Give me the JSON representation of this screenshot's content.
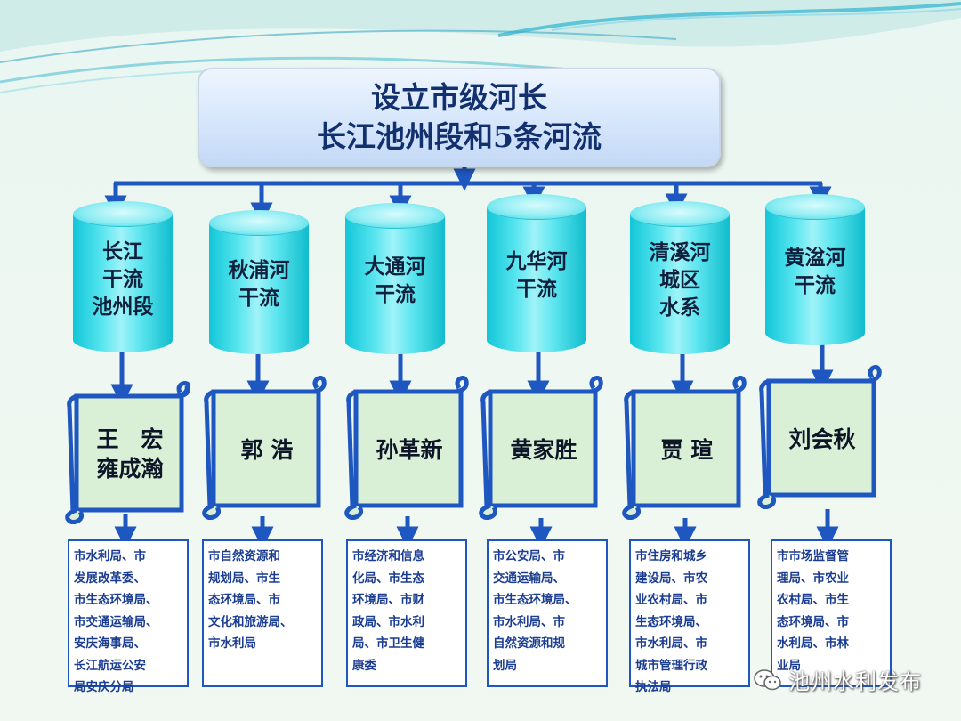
{
  "title": {
    "line1": "设立市级河长",
    "line2": "长江池州段和5条河流"
  },
  "rivers": [
    {
      "name": "长江\n干流\n池州段",
      "chief": "王　宏\n雍成瀚",
      "departments": "市水利局、市\n发展改革委、\n市生态环境局、\n市交通运输局、\n安庆海事局、\n长江航运公安\n局安庆分局"
    },
    {
      "name": "秋浦河\n干流",
      "chief": "郭 浩",
      "departments": "市自然资源和\n规划局、市生\n态环境局、市\n文化和旅游局、\n市水利局"
    },
    {
      "name": "大通河\n干流",
      "chief": "孙革新",
      "departments": "市经济和信息\n化局、市生态\n环境局、市财\n政局、市水利\n局、市卫生健\n康委"
    },
    {
      "name": "九华河\n干流",
      "chief": "黄家胜",
      "departments": "市公安局、市\n交通运输局、\n市生态环境局、\n市水利局、市\n自然资源和规\n划局"
    },
    {
      "name": "清溪河\n城区\n水系",
      "chief": "贾 瑄",
      "departments": "市住房和城乡\n建设局、市农\n业农村局、市\n生态环境局、\n市水利局、市\n城市管理行政\n执法局"
    },
    {
      "name": "黄湓河\n干流",
      "chief": "刘会秋",
      "departments": "市市场监督管\n理局、市农业\n农村局、市生\n态环境局、市\n水利局、市林\n业局"
    }
  ],
  "watermark": {
    "text": "池州水利发布",
    "icon": "wechat-icon"
  },
  "colors": {
    "connector": "#1f57c0",
    "title_text": "#13306e",
    "scroll_fill": "#d9f0d6",
    "scroll_border": "#1f57c0",
    "dept_text": "#1a3d92"
  }
}
